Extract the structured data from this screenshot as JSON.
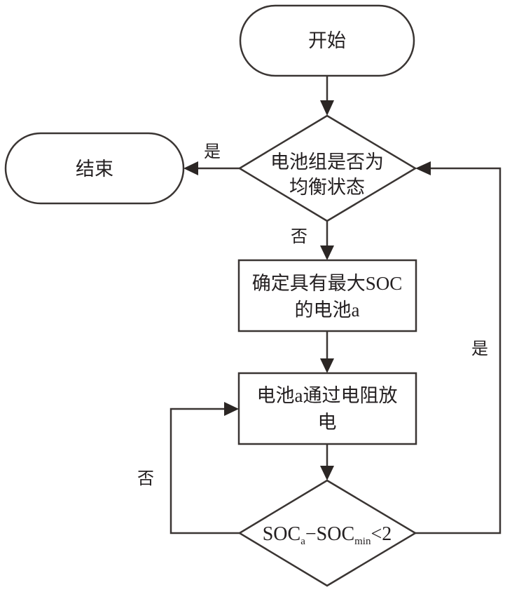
{
  "diagram": {
    "type": "flowchart",
    "nodes": {
      "start": {
        "kind": "terminator",
        "label": "开始"
      },
      "end": {
        "kind": "terminator",
        "label": "结束"
      },
      "check_balance": {
        "kind": "decision",
        "lines": [
          "电池组是否为",
          "均衡状态"
        ]
      },
      "find_max": {
        "kind": "process",
        "lines": [
          "确定具有最大SOC",
          "的电池a"
        ]
      },
      "discharge": {
        "kind": "process",
        "lines": [
          "电池a通过电阻放",
          "电"
        ]
      },
      "check_diff": {
        "kind": "decision",
        "expr": {
          "soc": "SOC",
          "sub_a": "a",
          "minus": "−",
          "soc2": "SOC",
          "sub_min": "min",
          "cmp": "<2"
        }
      }
    },
    "edges": [
      {
        "from": "start",
        "to": "check_balance",
        "label": ""
      },
      {
        "from": "check_balance",
        "to": "end",
        "label": "是"
      },
      {
        "from": "check_balance",
        "to": "find_max",
        "label": "否"
      },
      {
        "from": "find_max",
        "to": "discharge",
        "label": ""
      },
      {
        "from": "discharge",
        "to": "check_diff",
        "label": ""
      },
      {
        "from": "check_diff",
        "to": "discharge",
        "label": "否"
      },
      {
        "from": "check_diff",
        "to": "check_balance",
        "label": "是"
      }
    ],
    "edge_labels": {
      "yes_to_end": "是",
      "no_to_find": "否",
      "no_loop": "否",
      "yes_loop": "是"
    }
  }
}
